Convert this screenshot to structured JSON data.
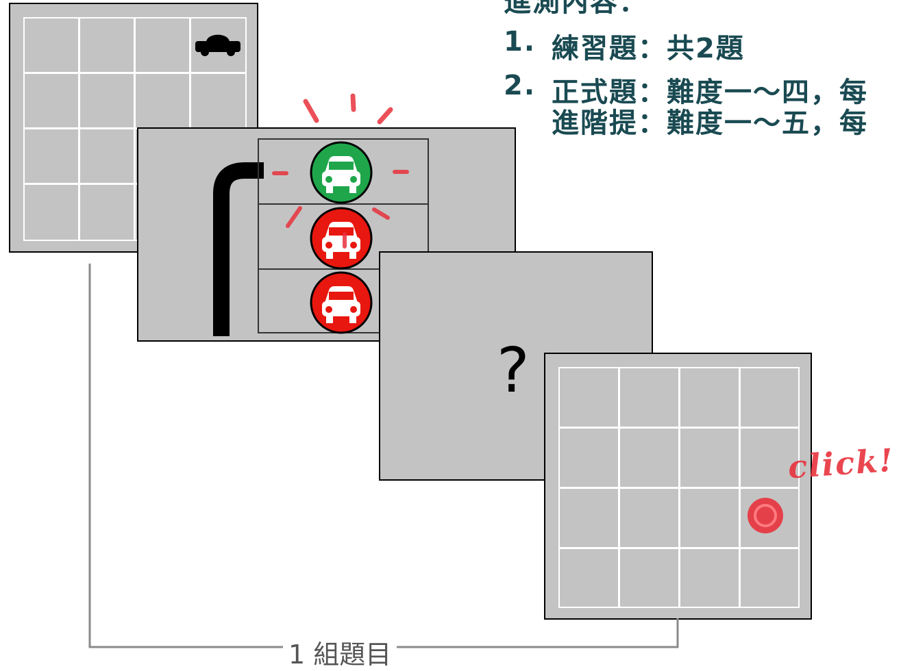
{
  "instructions": {
    "title_partial": "進測內容：",
    "item1_num": "1.",
    "item1_text": "練習題：共2題",
    "item2_num": "2.",
    "item2_line1": "正式題：難度一～四，每",
    "item2_line2": "進階提：難度一～五，每"
  },
  "question_mark": "?",
  "click_annotation": "click!",
  "bracket_label": "1 組題目",
  "colors": {
    "panel_gray": "#c3c3c3",
    "grid_white": "#ffffff",
    "heading_teal": "#1a4a52",
    "signal_green": "#1fa64b",
    "signal_red": "#e8170f",
    "crayon_red": "#e8323c",
    "bracket_gray": "#8a8a8a"
  },
  "icons": [
    "car-icon",
    "track-icon",
    "green-car-signal-icon",
    "red-car-signal-icon",
    "click-marker-icon"
  ]
}
